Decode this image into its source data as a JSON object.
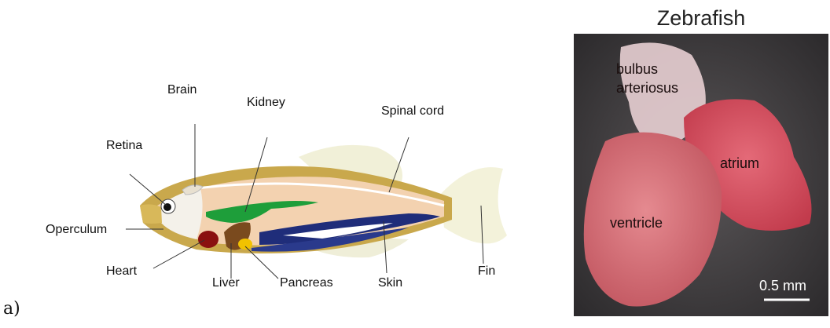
{
  "panel_letter": "a)",
  "fish": {
    "labels": {
      "brain": "Brain",
      "kidney": "Kidney",
      "spinal_cord": "Spinal cord",
      "retina": "Retina",
      "operculum": "Operculum",
      "heart": "Heart",
      "liver": "Liver",
      "pancreas": "Pancreas",
      "skin": "Skin",
      "fin": "Fin"
    }
  },
  "photo": {
    "title": "Zebrafish",
    "labels": {
      "bulbus_line1": "bulbus",
      "bulbus_line2": "arteriosus",
      "atrium": "atrium",
      "ventricle": "ventricle"
    },
    "scale_bar": "0.5 mm"
  }
}
